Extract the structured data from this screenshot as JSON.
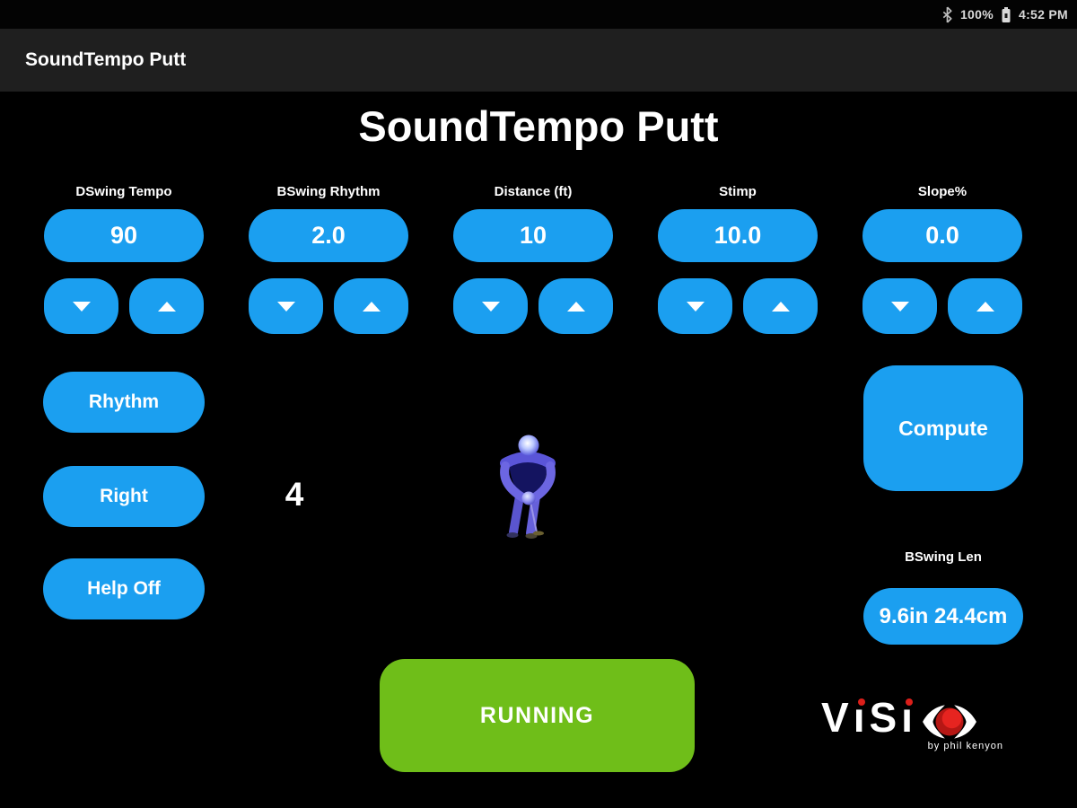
{
  "status_bar": {
    "battery_percent": "100%",
    "time": "4:52 PM",
    "icons": {
      "bluetooth": "bluetooth-icon",
      "battery": "battery-icon"
    }
  },
  "app_bar": {
    "title": "SoundTempo Putt"
  },
  "main": {
    "title": "SoundTempo Putt",
    "controls": [
      {
        "label": "DSwing Tempo",
        "value": "90"
      },
      {
        "label": "BSwing Rhythm",
        "value": "2.0"
      },
      {
        "label": "Distance (ft)",
        "value": "10"
      },
      {
        "label": "Stimp",
        "value": "10.0"
      },
      {
        "label": "Slope%",
        "value": "0.0"
      }
    ],
    "side_buttons": [
      {
        "label": "Rhythm"
      },
      {
        "label": "Right"
      },
      {
        "label": "Help Off"
      }
    ],
    "putt_counter": "4",
    "compute": {
      "label": "Compute"
    },
    "bswing_len": {
      "label": "BSwing Len",
      "value": "9.6in 24.4cm"
    },
    "run_button": {
      "label": "RUNNING"
    },
    "logo": {
      "name": "ViSiO",
      "letters": [
        "V",
        "ı",
        "S",
        "ı"
      ],
      "byline": "by phil kenyon"
    }
  },
  "colors": {
    "accent_blue": "#1B9FF0",
    "running_green": "#6FBE19",
    "logo_red": "#DC1F1A",
    "background": "#000000",
    "app_bar": "#1F1F1F"
  }
}
